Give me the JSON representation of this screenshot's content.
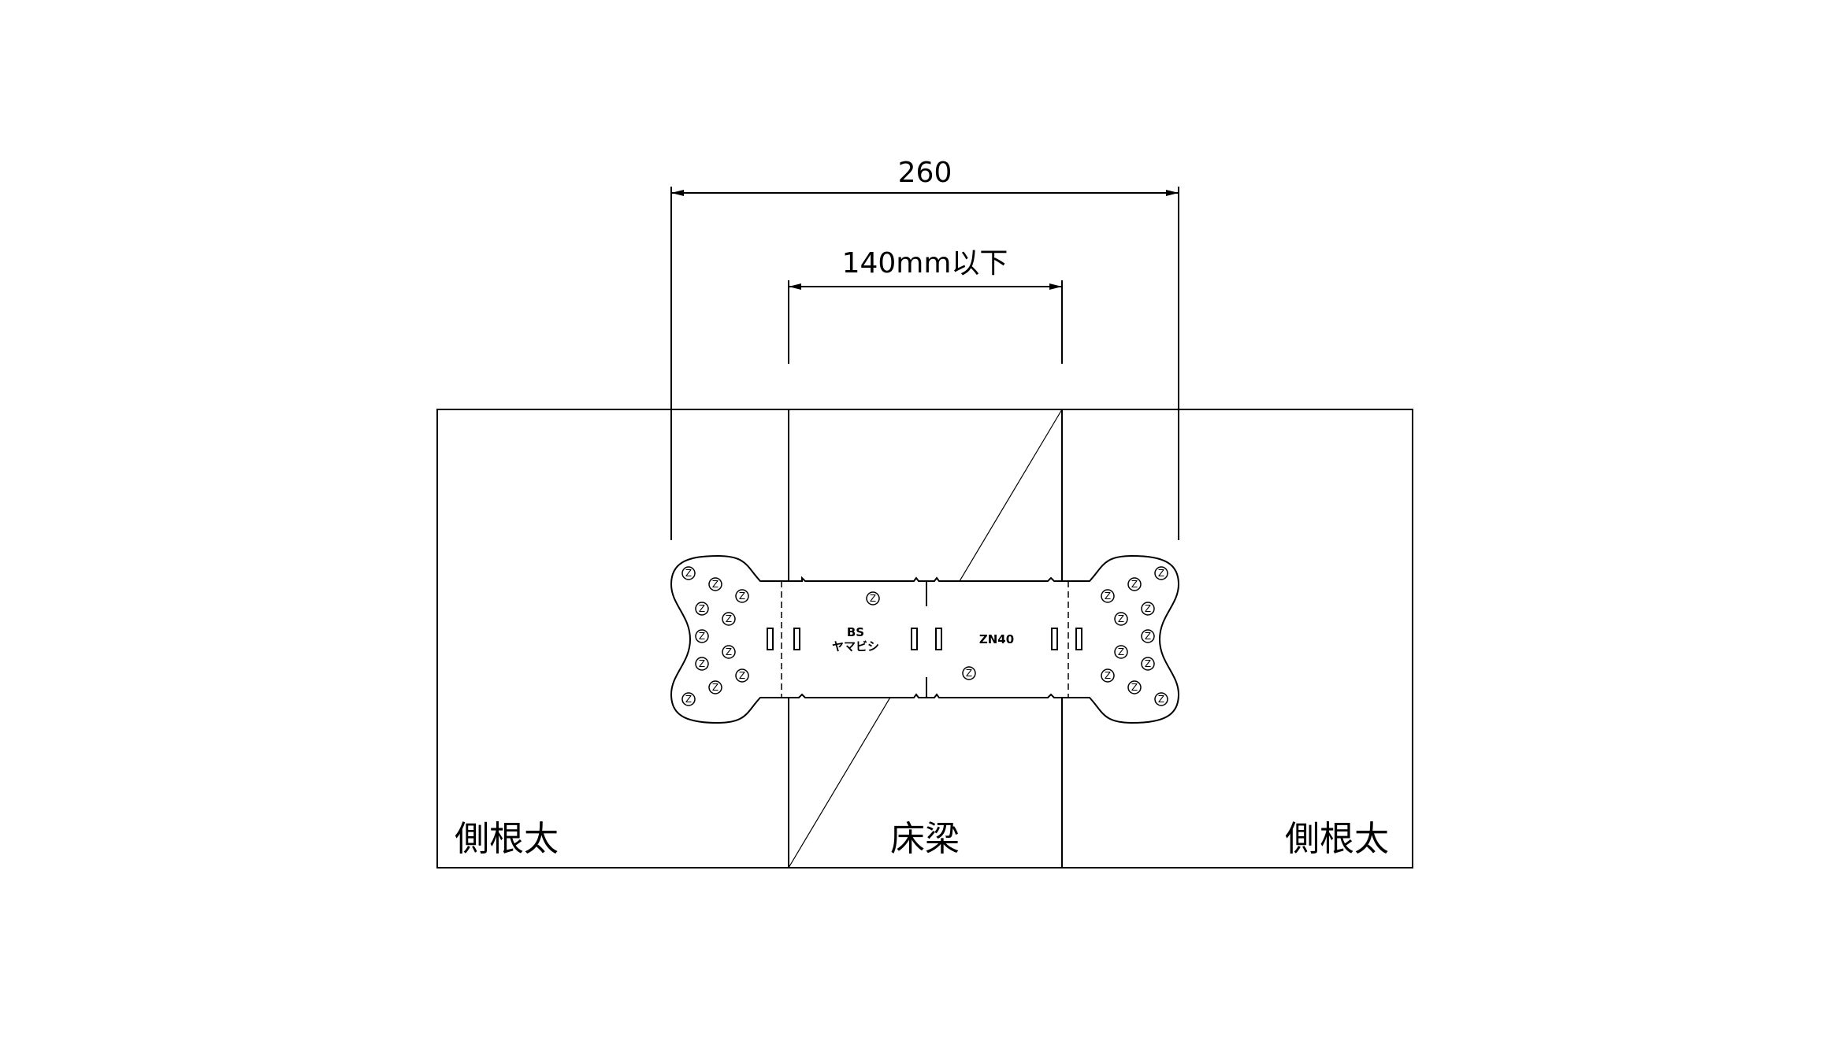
{
  "dimensions": {
    "outer": "260",
    "inner": "140mm以下"
  },
  "labels": {
    "left_joist": "側根太",
    "center_beam": "床梁",
    "right_joist": "側根太"
  },
  "plate": {
    "brand_line1": "BS",
    "brand_line2": "ヤマビシ",
    "model": "ZN40",
    "nail_mark": "Z"
  },
  "colors": {
    "line": "#000000",
    "background": "#ffffff"
  }
}
